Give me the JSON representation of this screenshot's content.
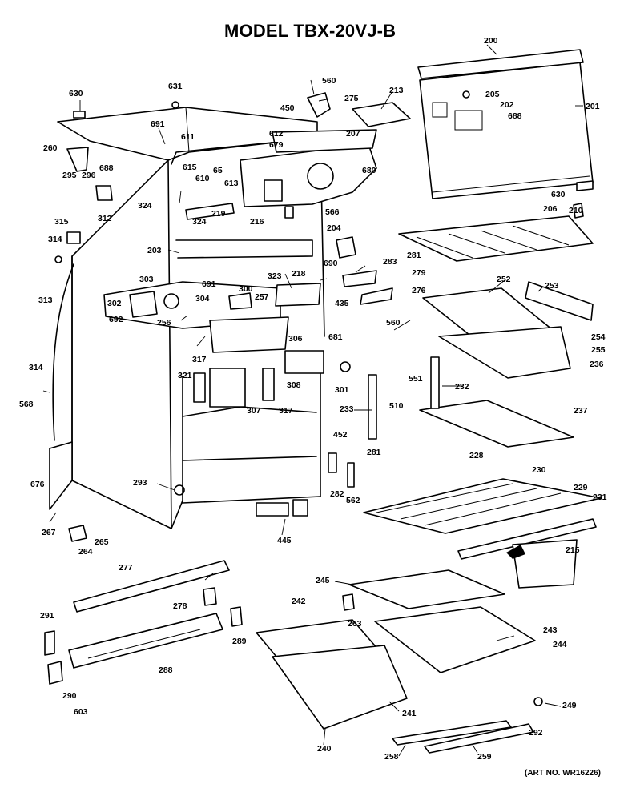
{
  "title": "MODEL TBX-20VJ-B",
  "art_number": "(ART NO. WR16226)",
  "callouts": [
    "630",
    "631",
    "560",
    "275",
    "213",
    "200",
    "205",
    "202",
    "688",
    "201",
    "450",
    "691",
    "611",
    "612",
    "679",
    "207",
    "260",
    "688",
    "296",
    "295",
    "615",
    "65",
    "610",
    "613",
    "680",
    "324",
    "566",
    "216",
    "219",
    "324",
    "312",
    "315",
    "314",
    "630",
    "206",
    "210",
    "204",
    "203",
    "218",
    "323",
    "690",
    "283",
    "281",
    "279",
    "303",
    "691",
    "300",
    "257",
    "276",
    "435",
    "252",
    "253",
    "302",
    "304",
    "692",
    "256",
    "560",
    "306",
    "681",
    "254",
    "255",
    "236",
    "317",
    "301",
    "321",
    "307",
    "317",
    "308",
    "551",
    "232",
    "510",
    "313",
    "314",
    "568",
    "233",
    "237",
    "452",
    "281",
    "282",
    "562",
    "228",
    "230",
    "676",
    "293",
    "267",
    "229",
    "231",
    "445",
    "264",
    "265",
    "215",
    "277",
    "245",
    "278",
    "291",
    "289",
    "242",
    "263",
    "243",
    "244",
    "288",
    "241",
    "249",
    "290",
    "603",
    "240",
    "292",
    "258",
    "259"
  ]
}
